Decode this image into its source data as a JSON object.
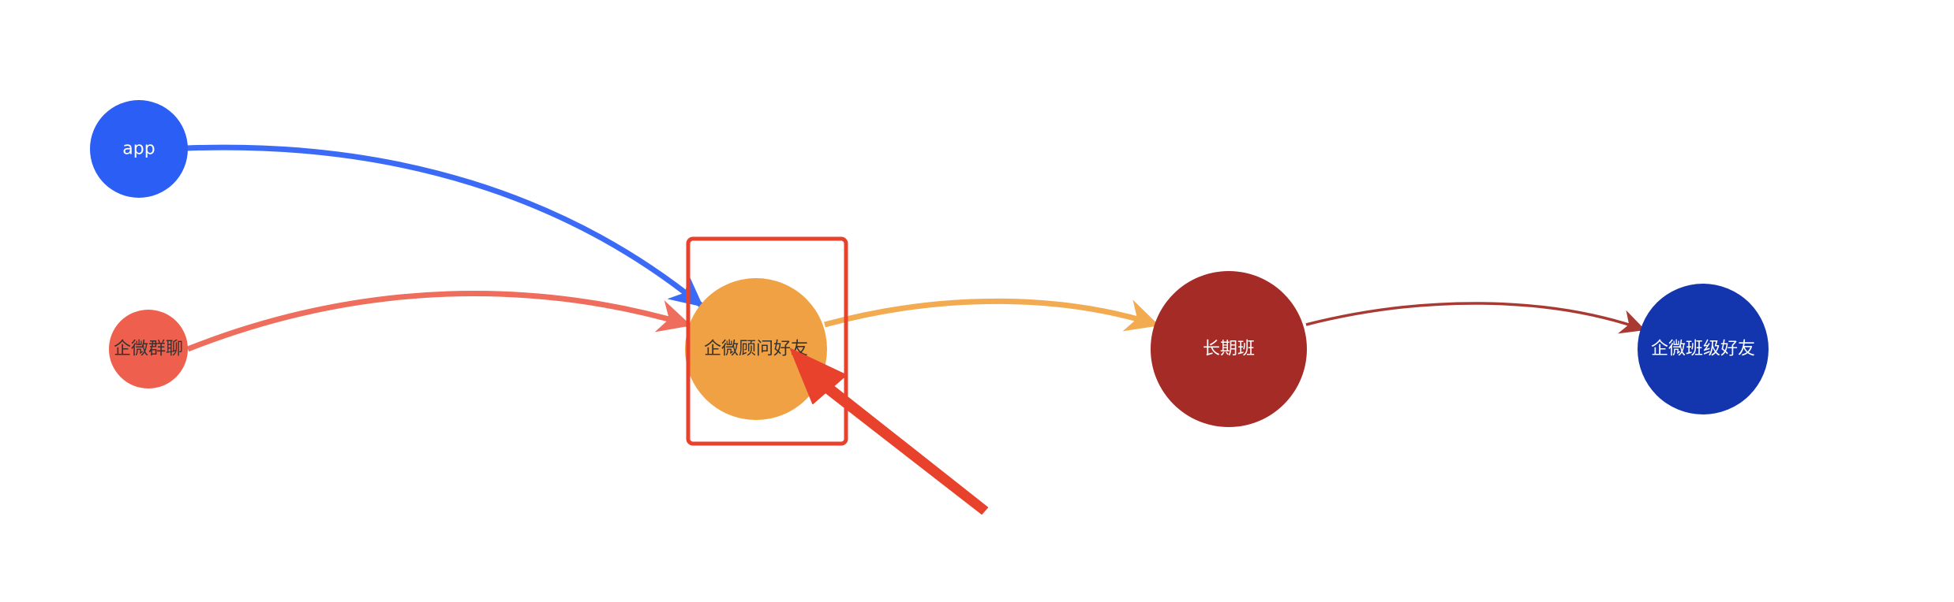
{
  "diagram": {
    "type": "flow-graph",
    "nodes": [
      {
        "id": "app",
        "label": "app",
        "color": "#2a5ef5",
        "text_color": "#ffffff"
      },
      {
        "id": "qw_group_chat",
        "label": "企微群聊",
        "color": "#ef5f4d",
        "text_color": "#333333"
      },
      {
        "id": "qw_advisor_friend",
        "label": "企微顾问好友",
        "color": "#f0a143",
        "text_color": "#333333"
      },
      {
        "id": "long_term_class",
        "label": "长期班",
        "color": "#a52b27",
        "text_color": "#ffffff"
      },
      {
        "id": "qw_class_friend",
        "label": "企微班级好友",
        "color": "#1335ad",
        "text_color": "#ffffff"
      }
    ],
    "edges": [
      {
        "from": "app",
        "to": "qw_advisor_friend",
        "color": "#3b6bf6"
      },
      {
        "from": "qw_group_chat",
        "to": "qw_advisor_friend",
        "color": "#ee6d5c"
      },
      {
        "from": "qw_advisor_friend",
        "to": "long_term_class",
        "color": "#f3ab52"
      },
      {
        "from": "long_term_class",
        "to": "qw_class_friend",
        "color": "#a83a33"
      }
    ],
    "annotation": {
      "highlight_color": "#e8412c",
      "pointer_color": "#e8412c",
      "highlighted_node": "qw_advisor_friend"
    }
  }
}
